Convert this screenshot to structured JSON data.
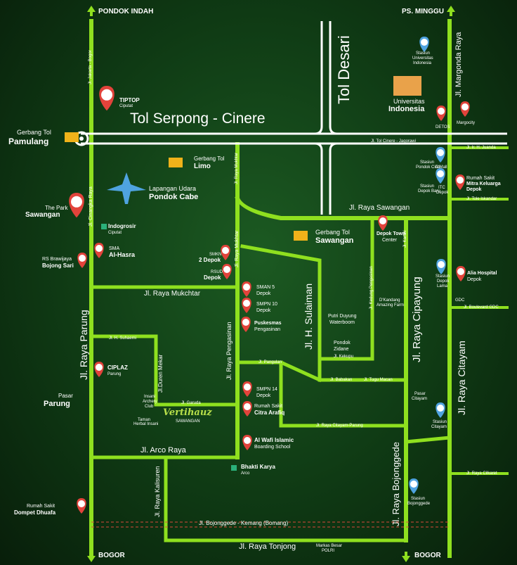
{
  "nav": {
    "top_left": "PONDOK INDAH",
    "top_right": "PS. MINGGU",
    "bottom_left": "BOGOR",
    "bottom_right": "BOGOR"
  },
  "toll_roads": {
    "serpong_cinere": "Tol Serpong - Cinere",
    "desari": "Tol Desari",
    "cinere_jagorawi": "Jl. Tol Cinere - Jagorawi"
  },
  "roads": {
    "jakarta_bogor": "Jl. Jakarta - Bogor",
    "cinangka": "Jl. Cinangka Raya",
    "raya_parung": "Jl. Raya Parung",
    "raya_mukhtar": "Jl. Raya Mukhtar",
    "raya_mukchtar": "Jl. Raya Mukchtar",
    "raya_mukhtar_v": "Jl. Raya Mukhtar",
    "raya_pengasinan": "Jl. Raya Pengasinan",
    "h_suhaemi": "Jl. H. Suhaemi",
    "duren_mekar": "Jl.Duren Mekar",
    "garuda": "Jl. Garuda",
    "arco_raya": "Jl. Arco Raya",
    "kalisuren": "Jl. Raya Kalisuren",
    "bojonggede_kemang": "Jl. Bojonggede - Kemang (Bomang)",
    "raya_tonjong": "Jl. Raya Tonjong",
    "raya_sawangan": "Jl. Raya Sawangan",
    "h_sulaiman": "Jl. H. Sulaiman",
    "pangulan": "Jl. Pangulan",
    "kekupu": "Jl. Kekupu",
    "babakan": "Jl. Babakan",
    "tugu_macan": "Jl. Tugu Macan",
    "citayam_parung": "Jl. Raya Citayam-Parung",
    "raya_cipayung": "Jl. Raya Cipayung",
    "raya_bojonggede": "Jl. Raya Bojonggede",
    "raya_citayam": "Jl. Raya Citayam",
    "margonda": "Jl. Margonda Raya",
    "h_juanda": "Jl. Ir. H. Juanda",
    "tole_iskandar": "Jl. Tole Iskandar",
    "boulevard_gdc": "Jl. Boulevard GDC",
    "raya_cilkaret": "Jl. Raya Cilkaret",
    "kartini": "Jl. Kartini",
    "kedung_pengasinan": "Jl. Kedung Pengasinan"
  },
  "places": {
    "gerbang_pamulang_1": "Gerbang Tol",
    "gerbang_pamulang_2": "Pamulang",
    "tiptop_1": "TIPTOP",
    "tiptop_2": "Ciputat",
    "gerbang_limo_1": "Gerbang Tol",
    "gerbang_limo_2": "Limo",
    "lapangan_1": "Lapangan Udara",
    "lapangan_2": "Pondok Cabe",
    "park_1": "The Park",
    "park_2": "Sawangan",
    "indogrosir_1": "Indogrosir",
    "indogrosir_2": "Ciputat",
    "sma_1": "SMA",
    "sma_2": "Al-Hasra",
    "rs_brawijaya_1": "RS Brawijaya",
    "rs_brawijaya_2": "Bojong Sari",
    "smkn2_1": "SMKN",
    "smkn2_2": "2 Depok",
    "rsud_1": "RSUD",
    "rsud_2": "Depok",
    "sman5_1": "SMAN 5",
    "sman5_2": "Depok",
    "smpn10_1": "SMPN 10",
    "smpn10_2": "Depok",
    "puskesmas_1": "Puskesmas",
    "puskesmas_2": "Pengasinan",
    "ciplaz_1": "CIPLAZ",
    "ciplaz_2": "Parung",
    "pasar_parung_1": "Pasar",
    "pasar_parung_2": "Parung",
    "insani_1": "Insani",
    "insani_2": "Archery",
    "insani_3": "Club",
    "taman_1": "Taman",
    "taman_2": "Herbal Insani",
    "vertihauz_1": "Vertihauz",
    "vertihauz_2": "SAWANGAN",
    "smpn14_1": "SMPN 14",
    "smpn14_2": "Depok",
    "rs_citra_1": "Rumah Sakit",
    "rs_citra_2": "Citra Arafiq",
    "alwafi_1": "Al Wafi Islamic",
    "alwafi_2": "Boarding School",
    "bhakti_1": "Bhakti Karya",
    "bhakti_2": "Arco",
    "rs_dompet_1": "Rumah Sakit",
    "rs_dompet_2": "Dompet Dhuafa",
    "markas_1": "Markas Besar",
    "markas_2": "POLRI",
    "ui_1": "Universitas",
    "ui_2": "Indonesia",
    "st_ui_1": "Stasiun",
    "st_ui_2": "Universitas",
    "st_ui_3": "Indonesia",
    "detos": "DETOS",
    "margocity": "Margocity",
    "st_pc_1": "Stasiun",
    "st_pc_2": "Pondok Cina",
    "dmall": "D'Mall",
    "st_db_1": "Stasiun",
    "st_db_2": "Depok Baru",
    "itc_1": "ITC",
    "itc_2": "Depok",
    "rs_mitra_1": "Rumah Sakit",
    "rs_mitra_2": "Mitra Keluarga",
    "rs_mitra_3": "Depok",
    "gerbang_saw_1": "Gerbang Tol",
    "gerbang_saw_2": "Sawangan",
    "depok_town_1": "Depok Town",
    "depok_town_2": "Center",
    "st_dl_1": "Stasiun",
    "st_dl_2": "Depok",
    "st_dl_3": "Lama",
    "alia_1": "Alia Hospital",
    "alia_2": "Depok",
    "gdc": "GDC",
    "dkandang_1": "D'Kandang",
    "dkandang_2": "Amazing Farm",
    "putri_1": "Putri Duyung",
    "putri_2": "Waterboom",
    "zidane_1": "Pondok",
    "zidane_2": "Zidane",
    "pasar_cit_1": "Pasar",
    "pasar_cit_2": "Citayam",
    "st_cit_1": "Stasiun",
    "st_cit_2": "Citayam",
    "st_bg_1": "Stasiun",
    "st_bg_2": "Bojonggede"
  },
  "colors": {
    "road": "#8fe01f",
    "toll": "#ffffff",
    "pin": "#e2433b",
    "station_pin": "#4fa3e0",
    "arrow": "#8fe01f"
  }
}
